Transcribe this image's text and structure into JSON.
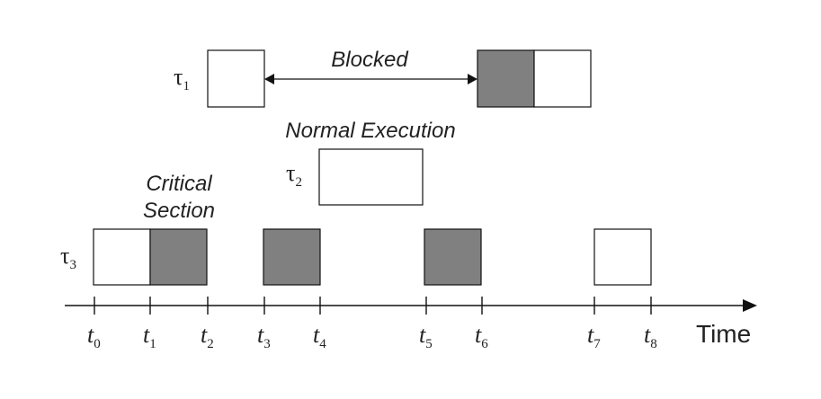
{
  "diagram": {
    "colors": {
      "background": "#ffffff",
      "stroke": "#111111",
      "critical_fill": "#808080",
      "normal_fill": "#ffffff"
    },
    "axis": {
      "time_label": "Time",
      "ticks": [
        {
          "base": "t",
          "sub": "0"
        },
        {
          "base": "t",
          "sub": "1"
        },
        {
          "base": "t",
          "sub": "2"
        },
        {
          "base": "t",
          "sub": "3"
        },
        {
          "base": "t",
          "sub": "4"
        },
        {
          "base": "t",
          "sub": "5"
        },
        {
          "base": "t",
          "sub": "6"
        },
        {
          "base": "t",
          "sub": "7"
        },
        {
          "base": "t",
          "sub": "8"
        }
      ]
    },
    "tasks": [
      {
        "base": "τ",
        "sub": "1"
      },
      {
        "base": "τ",
        "sub": "2"
      },
      {
        "base": "τ",
        "sub": "3"
      }
    ],
    "labels": {
      "blocked": "Blocked",
      "normal_execution": "Normal Execution",
      "critical_line1": "Critical",
      "critical_line2": "Section"
    }
  }
}
